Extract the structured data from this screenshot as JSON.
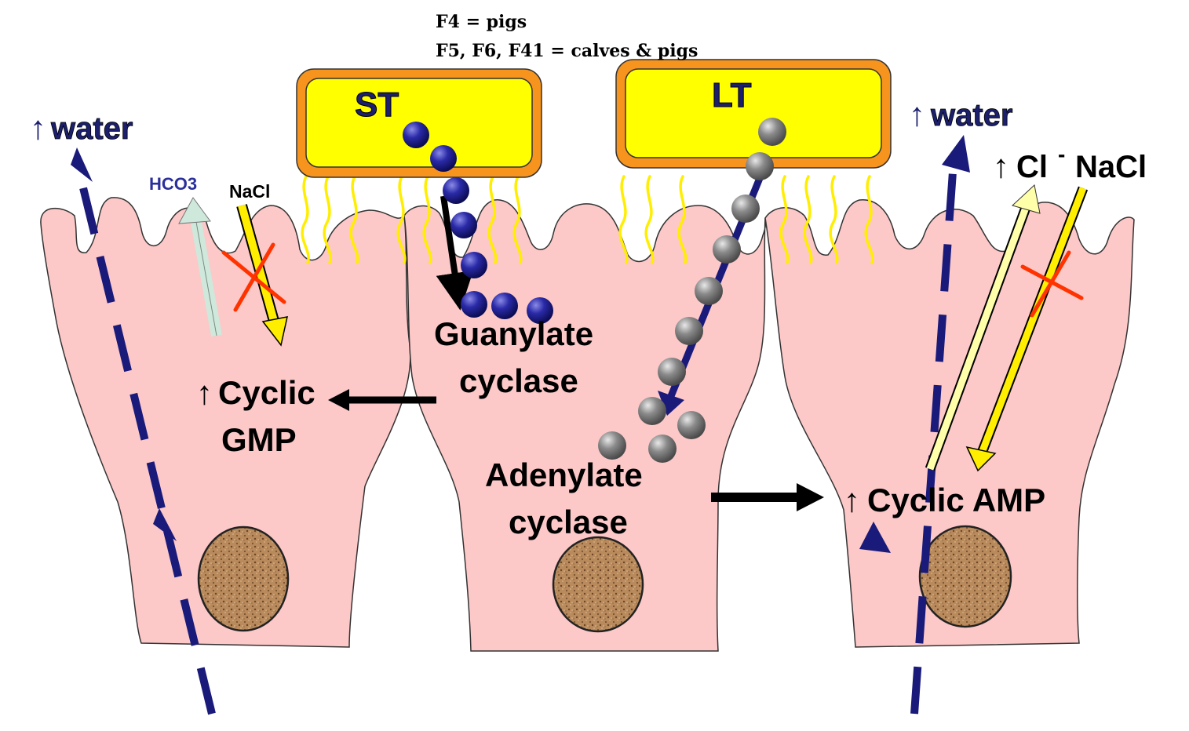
{
  "notes": {
    "line1": "F4 = pigs",
    "line2": "F5, F6, F41 = calves & pigs"
  },
  "toxins": {
    "st": "ST",
    "lt": "LT"
  },
  "left_cell": {
    "water": "water",
    "hco3": "HCO3",
    "nacl": "NaCl",
    "cyclic_line1": "Cyclic",
    "cyclic_line2": "GMP"
  },
  "middle_cell": {
    "guanylate_line1": "Guanylate",
    "guanylate_line2": "cyclase",
    "adenylate_line1": "Adenylate",
    "adenylate_line2": "cyclase"
  },
  "right_cell": {
    "water": "water",
    "cl": "Cl",
    "cl_superscript": "-",
    "nacl": "NaCl",
    "cyclic": "Cyclic AMP"
  },
  "symbols": {
    "up_arrow": "↑"
  },
  "colors": {
    "cell_fill": "#fcc8c8",
    "toxin_fill": "#ffff00",
    "toxin_border": "#f7941d",
    "st_bead": "#1f1f9a",
    "lt_bead": "#808080",
    "water_arrow": "#1a1a7a",
    "block_x": "#ff3300"
  }
}
